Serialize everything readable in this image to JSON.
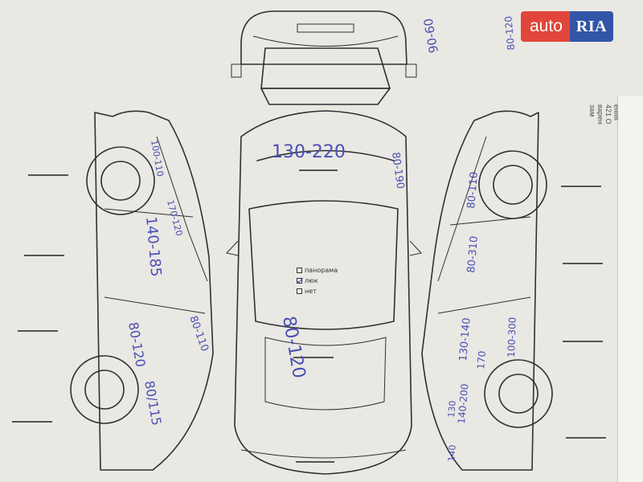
{
  "logo": {
    "auto": "auto",
    "ria": "RIA",
    "colors": {
      "auto_bg": "#e0473a",
      "ria_bg": "#3355a8"
    }
  },
  "roof_options": [
    {
      "label": "панорама",
      "checked": false
    },
    {
      "label": "люк",
      "checked": true
    },
    {
      "label": "нет",
      "checked": false
    }
  ],
  "handwritten": {
    "rear_top_1": "90-60",
    "rear_top_2": "80-120",
    "hood": "130-220",
    "roof": "80-120",
    "left_side_1": "140-185",
    "left_side_2": "80-120",
    "left_side_3": "100-110",
    "left_side_4": "170-120",
    "left_side_5": "80-110",
    "left_bottom": "80/115",
    "right_side_1": "80-190",
    "right_side_2": "80-310",
    "right_side_3": "80-110",
    "right_side_4": "130-140",
    "right_side_5": "100-300",
    "right_bottom_1": "130",
    "right_bottom_2": "140-200",
    "right_bottom_3": "140",
    "right_bottom_4": "170"
  },
  "side_sheet": {
    "text_1": "ення",
    "text_2": "421 О",
    "text_3": "варен",
    "text_4": "зам"
  }
}
